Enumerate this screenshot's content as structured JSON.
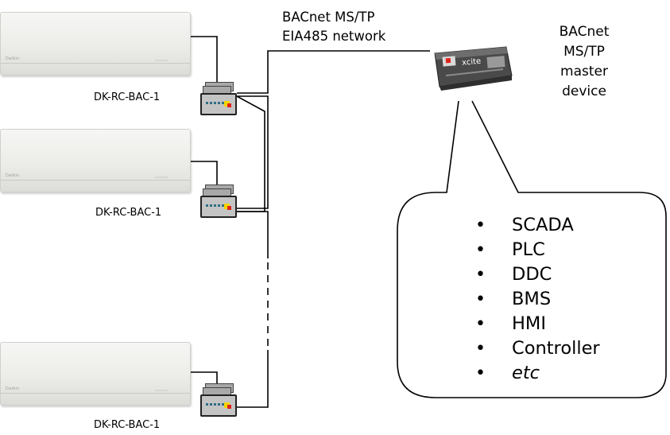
{
  "network_label": {
    "line1": "BACnet MS/TP",
    "line2": "EIA485 network"
  },
  "master_label": {
    "line1": "BACnet",
    "line2": "MS/TP",
    "line3": "master",
    "line4": "device"
  },
  "gateway_label": "DK-RC-BAC-1",
  "gateway_labels": [
    "DK-RC-BAC-1",
    "DK-RC-BAC-1",
    "DK-RC-BAC-1"
  ],
  "master_device_text": "xcite",
  "master_systems": [
    "SCADA",
    "PLC",
    "DDC",
    "BMS",
    "HMI",
    "Controller",
    "etc"
  ],
  "colors": {
    "wire": "#000000",
    "led": "#2e6f87",
    "yellow": "#f4d400",
    "red": "#e0231a",
    "device_body": "#4a4a4a"
  }
}
